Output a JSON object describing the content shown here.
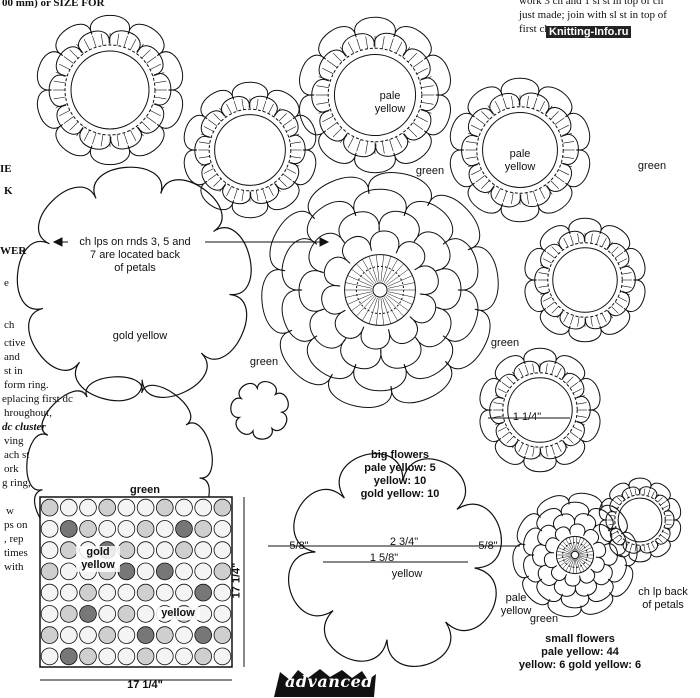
{
  "top_text": {
    "top_left": "00 mm) or SIZE FOR",
    "top_right_lines": [
      "work 3 ch and 1 sl st in top of ch",
      "just made;  join with sl st in top of",
      "first ch"
    ],
    "watermark": "Knitting-Info.ru"
  },
  "left_column_text": [
    "IE",
    "K",
    "WER",
    "e",
    "ch",
    "ctive",
    "and",
    "st in",
    "form ring.",
    "eplacing first dc",
    "hroughout,",
    "dc cluster",
    "ving",
    "ach st",
    "ork",
    "g ring,",
    "w",
    "ps on",
    ", rep",
    "times",
    "with"
  ],
  "labels": {
    "pale_yellow_top": [
      "pale",
      "yellow"
    ],
    "pale_yellow_right": [
      "pale",
      "yellow"
    ],
    "green_top": "green",
    "green_right": "green",
    "green_mid_right": "green",
    "green_left": "green",
    "chain_loops_note": [
      "ch lps on rnds 3, 5 and",
      "7 are located back",
      "of petals"
    ],
    "gold_yellow": "gold yellow",
    "measure_right": "1 1/4\"",
    "big_flowers_title": "big flowers",
    "big_flowers_counts": [
      "pale yellow:  5",
      "yellow:  10",
      "gold yellow:  10"
    ],
    "dim_2_3_4": "2 3/4\"",
    "dim_5_8_left": "5/8\"",
    "dim_5_8_right": "5/8\"",
    "dim_1_5_8": "1 5/8\"",
    "yellow_center": "yellow",
    "pale_yellow_bottom": [
      "pale",
      "yellow"
    ],
    "green_bottom": "green",
    "ch_lp_back": [
      "ch lp back",
      "of petals"
    ],
    "small_flowers_title": "small flowers",
    "small_flowers_counts": [
      "pale yellow:  44",
      "yellow:  6  gold yellow:  6"
    ]
  },
  "layout_diagram": {
    "green": "green",
    "gold_yellow": [
      "gold",
      "yellow"
    ],
    "yellow": "yellow",
    "width": "17 1/4\"",
    "height": "17 1/4\""
  },
  "badge": "advanced"
}
